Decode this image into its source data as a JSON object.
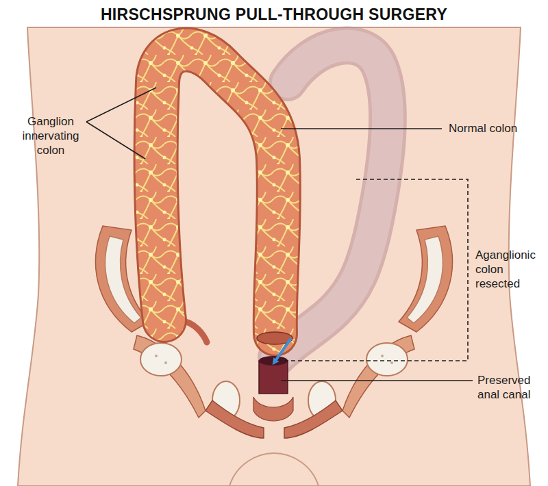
{
  "diagram": {
    "title": "HIRSCHSPRUNG PULL-THROUGH SURGERY",
    "labels": [
      "Ganglion innervating colon",
      "Normal colon",
      "Aganglionic colon resected",
      "Preserved anal canal"
    ]
  }
}
